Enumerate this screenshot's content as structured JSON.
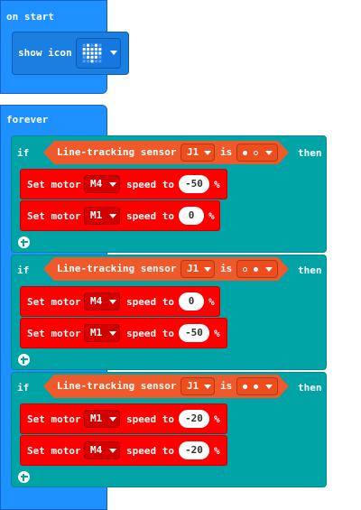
{
  "on_start": {
    "hat_label": "on start",
    "show_icon_label": "show icon",
    "icon_name": "heart-icon"
  },
  "forever": {
    "hat_label": "forever",
    "if_blocks": [
      {
        "if_label": "if",
        "then_label": "then",
        "sensor_label": "Line-tracking sensor",
        "port": "J1",
        "is_label": "is",
        "state_icon": "dot-filled-dot-empty",
        "actions": [
          {
            "set_label": "Set motor",
            "motor": "M4",
            "speed_label": "speed to",
            "speed": "-50",
            "unit": "%"
          },
          {
            "set_label": "Set motor",
            "motor": "M1",
            "speed_label": "speed to",
            "speed": "0",
            "unit": "%"
          }
        ]
      },
      {
        "if_label": "if",
        "then_label": "then",
        "sensor_label": "Line-tracking sensor",
        "port": "J1",
        "is_label": "is",
        "state_icon": "dot-empty-dot-filled",
        "actions": [
          {
            "set_label": "Set motor",
            "motor": "M4",
            "speed_label": "speed to",
            "speed": "0",
            "unit": "%"
          },
          {
            "set_label": "Set motor",
            "motor": "M1",
            "speed_label": "speed to",
            "speed": "-50",
            "unit": "%"
          }
        ]
      },
      {
        "if_label": "if",
        "then_label": "then",
        "sensor_label": "Line-tracking sensor",
        "port": "J1",
        "is_label": "is",
        "state_icon": "dot-filled-dot-filled",
        "actions": [
          {
            "set_label": "Set motor",
            "motor": "M1",
            "speed_label": "speed to",
            "speed": "-20",
            "unit": "%"
          },
          {
            "set_label": "Set motor",
            "motor": "M4",
            "speed_label": "speed to",
            "speed": "-20",
            "unit": "%"
          }
        ]
      }
    ]
  },
  "colors": {
    "basic": "#1e90ff",
    "logic": "#00a4a6",
    "sensor": "#f05a2a",
    "motor": "#ff0000"
  }
}
